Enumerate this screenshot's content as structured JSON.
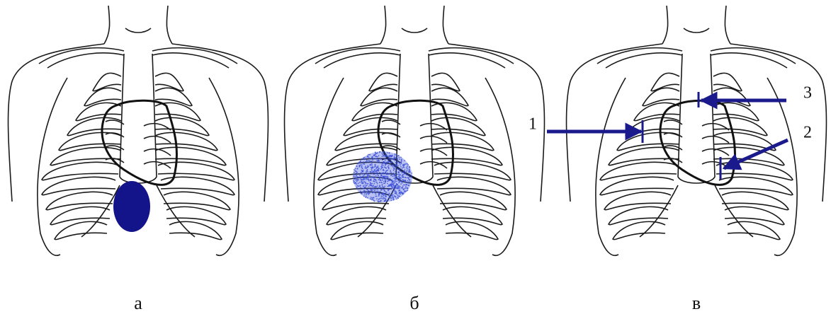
{
  "figures": [
    {
      "caption": "а",
      "variant": "apex-beat-localized"
    },
    {
      "caption": "б",
      "variant": "apex-beat-diffuse"
    },
    {
      "caption": "в",
      "variant": "heart-borders"
    }
  ],
  "markers": [
    {
      "label": "1"
    },
    {
      "label": "2"
    },
    {
      "label": "3"
    }
  ],
  "colors": {
    "outline": "#1a1a1a",
    "marker": "#1a1a8c",
    "solid_spot": "#14148a",
    "diffuse_spot": "#3a4fd8"
  }
}
